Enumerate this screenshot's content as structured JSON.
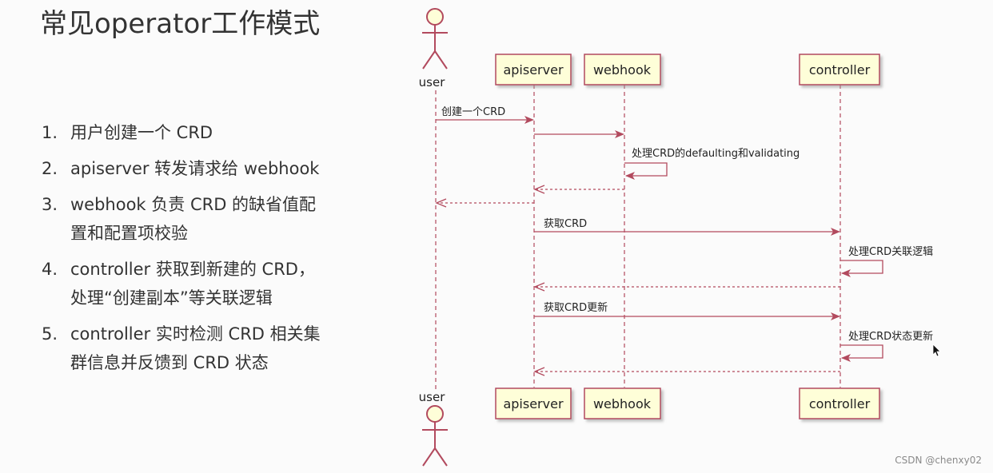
{
  "title": "常见operator工作模式",
  "steps": [
    {
      "num": "1.",
      "lines": [
        "用户创建一个 CRD"
      ]
    },
    {
      "num": "2.",
      "lines": [
        "apiserver 转发请求给 webhook"
      ]
    },
    {
      "num": "3.",
      "lines": [
        "webhook 负责 CRD 的缺省值配",
        "置和配置项校验"
      ]
    },
    {
      "num": "4.",
      "lines": [
        "controller 获取到新建的 CRD，",
        "处理“创建副本”等关联逻辑"
      ]
    },
    {
      "num": "5.",
      "lines": [
        "controller 实时检测 CRD 相关集",
        "群信息并反馈到 CRD 状态"
      ]
    }
  ],
  "diagram": {
    "actor": "user",
    "participants": [
      "apiserver",
      "webhook",
      "controller"
    ],
    "messages": [
      {
        "label": "创建一个CRD"
      },
      {
        "label": ""
      },
      {
        "label": "处理CRD的defaulting和validating"
      },
      {
        "label": ""
      },
      {
        "label": ""
      },
      {
        "label": "获取CRD"
      },
      {
        "label": "处理CRD关联逻辑"
      },
      {
        "label": ""
      },
      {
        "label": "获取CRD更新"
      },
      {
        "label": "处理CRD状态更新"
      },
      {
        "label": ""
      }
    ]
  },
  "colors": {
    "lifeline": "#b24a5e",
    "box_fill": "#fefed8",
    "box_border": "#b24a5e"
  },
  "watermark": "CSDN @chenxy02",
  "cursor_icon": "mouse-pointer-icon"
}
